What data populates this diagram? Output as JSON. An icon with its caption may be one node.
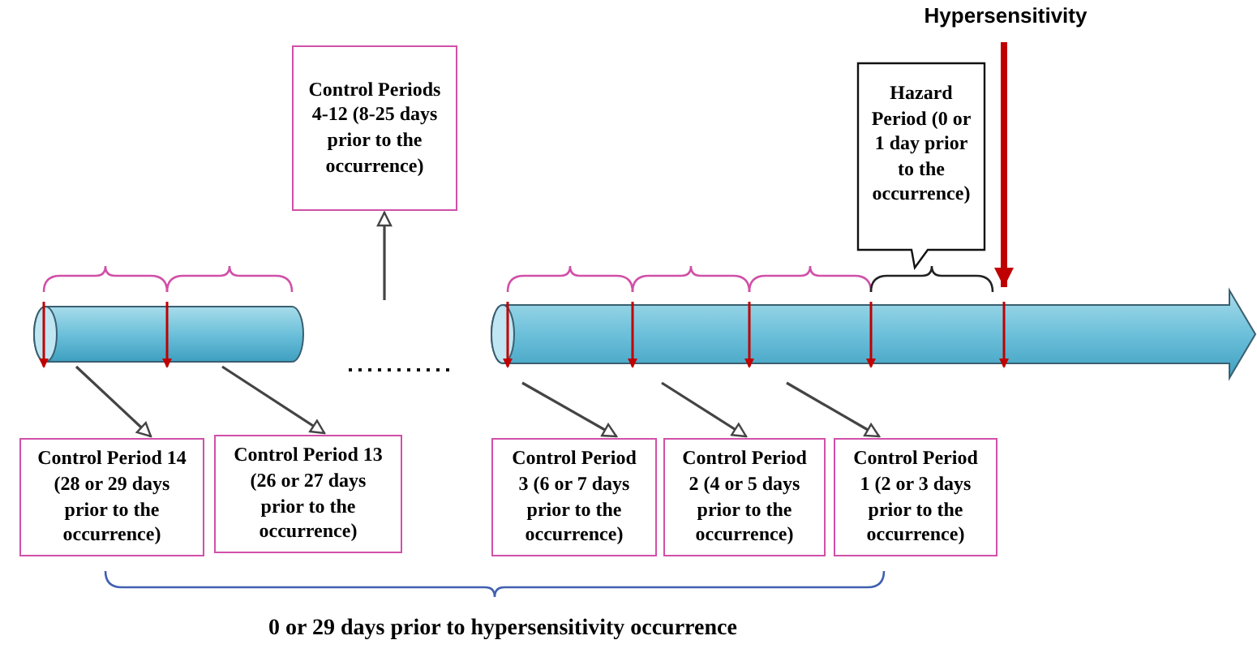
{
  "diagram": {
    "nodes": [
      {
        "text": [
          "Control Periods 4-12 (8-25 days prior to the occurrence)"
        ]
      },
      {
        "text": [
          "Hazard Period (0 or 1 day prior to the occurrence)"
        ]
      },
      {
        "text": [
          "Hypersensitivity"
        ]
      },
      {
        "text": [],
        "shape": "cylinder"
      },
      {
        "text": [],
        "shape": "bar"
      },
      {
        "text": [
          "Control Period 14 (28 or 29 days prior to the occurrence)"
        ]
      },
      {
        "text": [
          "Control Period 13 (26 or 27 days prior to the occurrence)"
        ]
      },
      {
        "text": [
          "Control Period 3 (6 or 7 days prior to the occurrence)"
        ]
      },
      {
        "text": [
          "Control Period 2 (4 or 5 days prior to the occurrence)"
        ]
      },
      {
        "text": [
          "Control Period 1 (2 or 3 days prior to the occurrence)"
        ]
      }
    ],
    "edges": [
      {
        "from": 3,
        "to": 5,
        "arrow": "to"
      },
      {
        "from": 3,
        "to": 6,
        "arrow": "to"
      },
      {
        "from": null,
        "to": 0,
        "arrow": "to"
      },
      {
        "from": 4,
        "to": 7,
        "arrow": "to"
      },
      {
        "from": 4,
        "to": 8,
        "arrow": "to"
      },
      {
        "from": 4,
        "to": 9,
        "arrow": "to"
      },
      {
        "from": 2,
        "to": 4,
        "arrow": "to",
        "style": "thick",
        "color": "#c00000"
      }
    ],
    "labels": [
      "0 or 29 days prior to hypersensitivity occurrence"
    ]
  }
}
